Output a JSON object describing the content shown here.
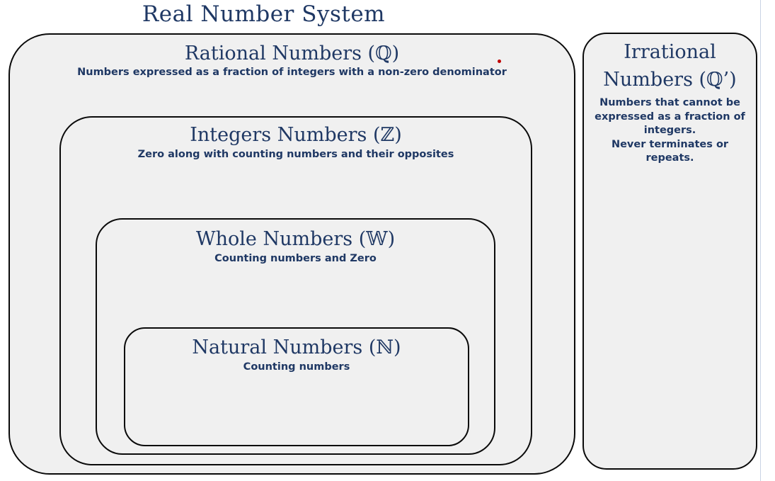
{
  "title": "Real Number System",
  "colors": {
    "text_navy": "#1f3864",
    "box_fill": "#f0f0f0",
    "box_stroke": "#0a0a0a",
    "accent_red": "#c00000",
    "page_background": "#ffffff"
  },
  "sets": {
    "rational": {
      "heading": "Rational Numbers (ℚ)",
      "description": "Numbers expressed as a fraction of integers with a non-zero denominator",
      "symbol": "ℚ"
    },
    "integers": {
      "heading": "Integers Numbers (ℤ)",
      "description": "Zero along with counting numbers and their opposites",
      "symbol": "ℤ"
    },
    "whole": {
      "heading": "Whole Numbers (𝕎)",
      "description": "Counting numbers and Zero",
      "symbol": "𝕎"
    },
    "natural": {
      "heading": "Natural Numbers (ℕ)",
      "description": "Counting numbers",
      "symbol": "ℕ"
    },
    "irrational": {
      "heading": "Irrational Numbers (ℚ’)",
      "description": "Numbers that cannot be\nexpressed as a fraction of\nintegers.\nNever terminates or repeats.",
      "symbol": "ℚ’"
    }
  },
  "marks": {
    "red_dot": "red-dot-marker",
    "slide_edge": "slide-edge-line"
  }
}
